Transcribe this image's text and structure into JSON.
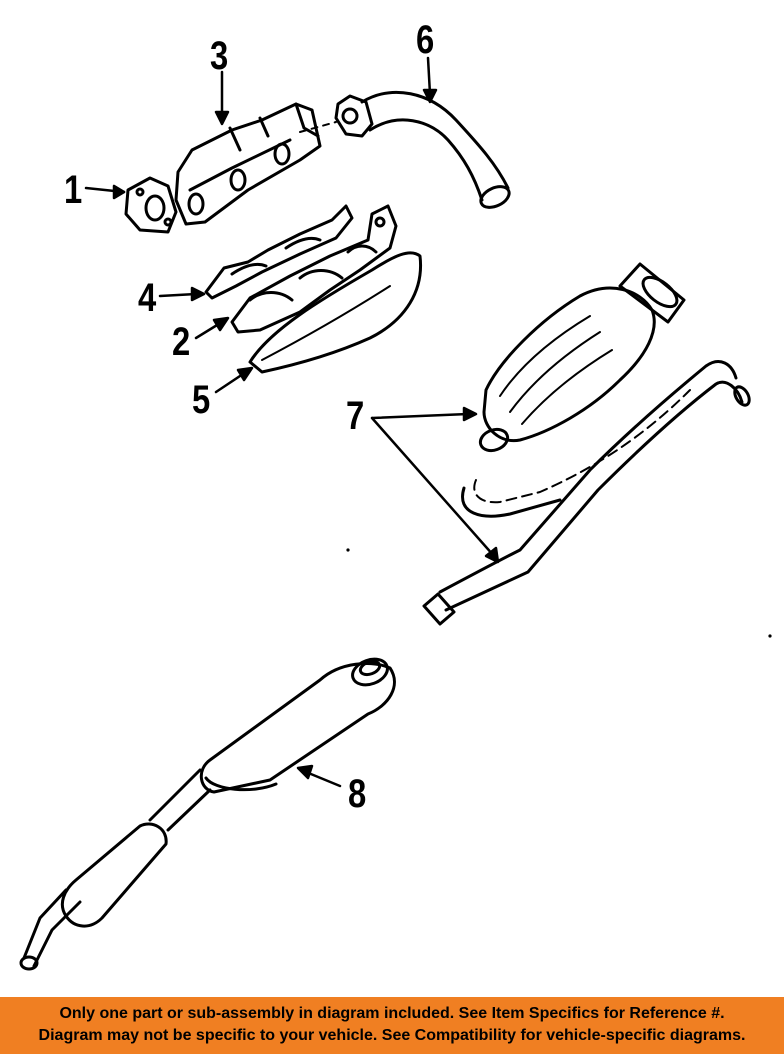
{
  "callouts": {
    "c1": "1",
    "c2": "2",
    "c3": "3",
    "c4": "4",
    "c5": "5",
    "c6": "6",
    "c7": "7",
    "c8": "8"
  },
  "banner": {
    "line1": "Only one part or sub-assembly in diagram included. See Item Specifics for Reference #.",
    "line2": "Diagram may not be specific to your vehicle. See Compatibility for vehicle-specific diagrams."
  },
  "colors": {
    "banner_bg": "#f07f22",
    "ink": "#000000"
  }
}
